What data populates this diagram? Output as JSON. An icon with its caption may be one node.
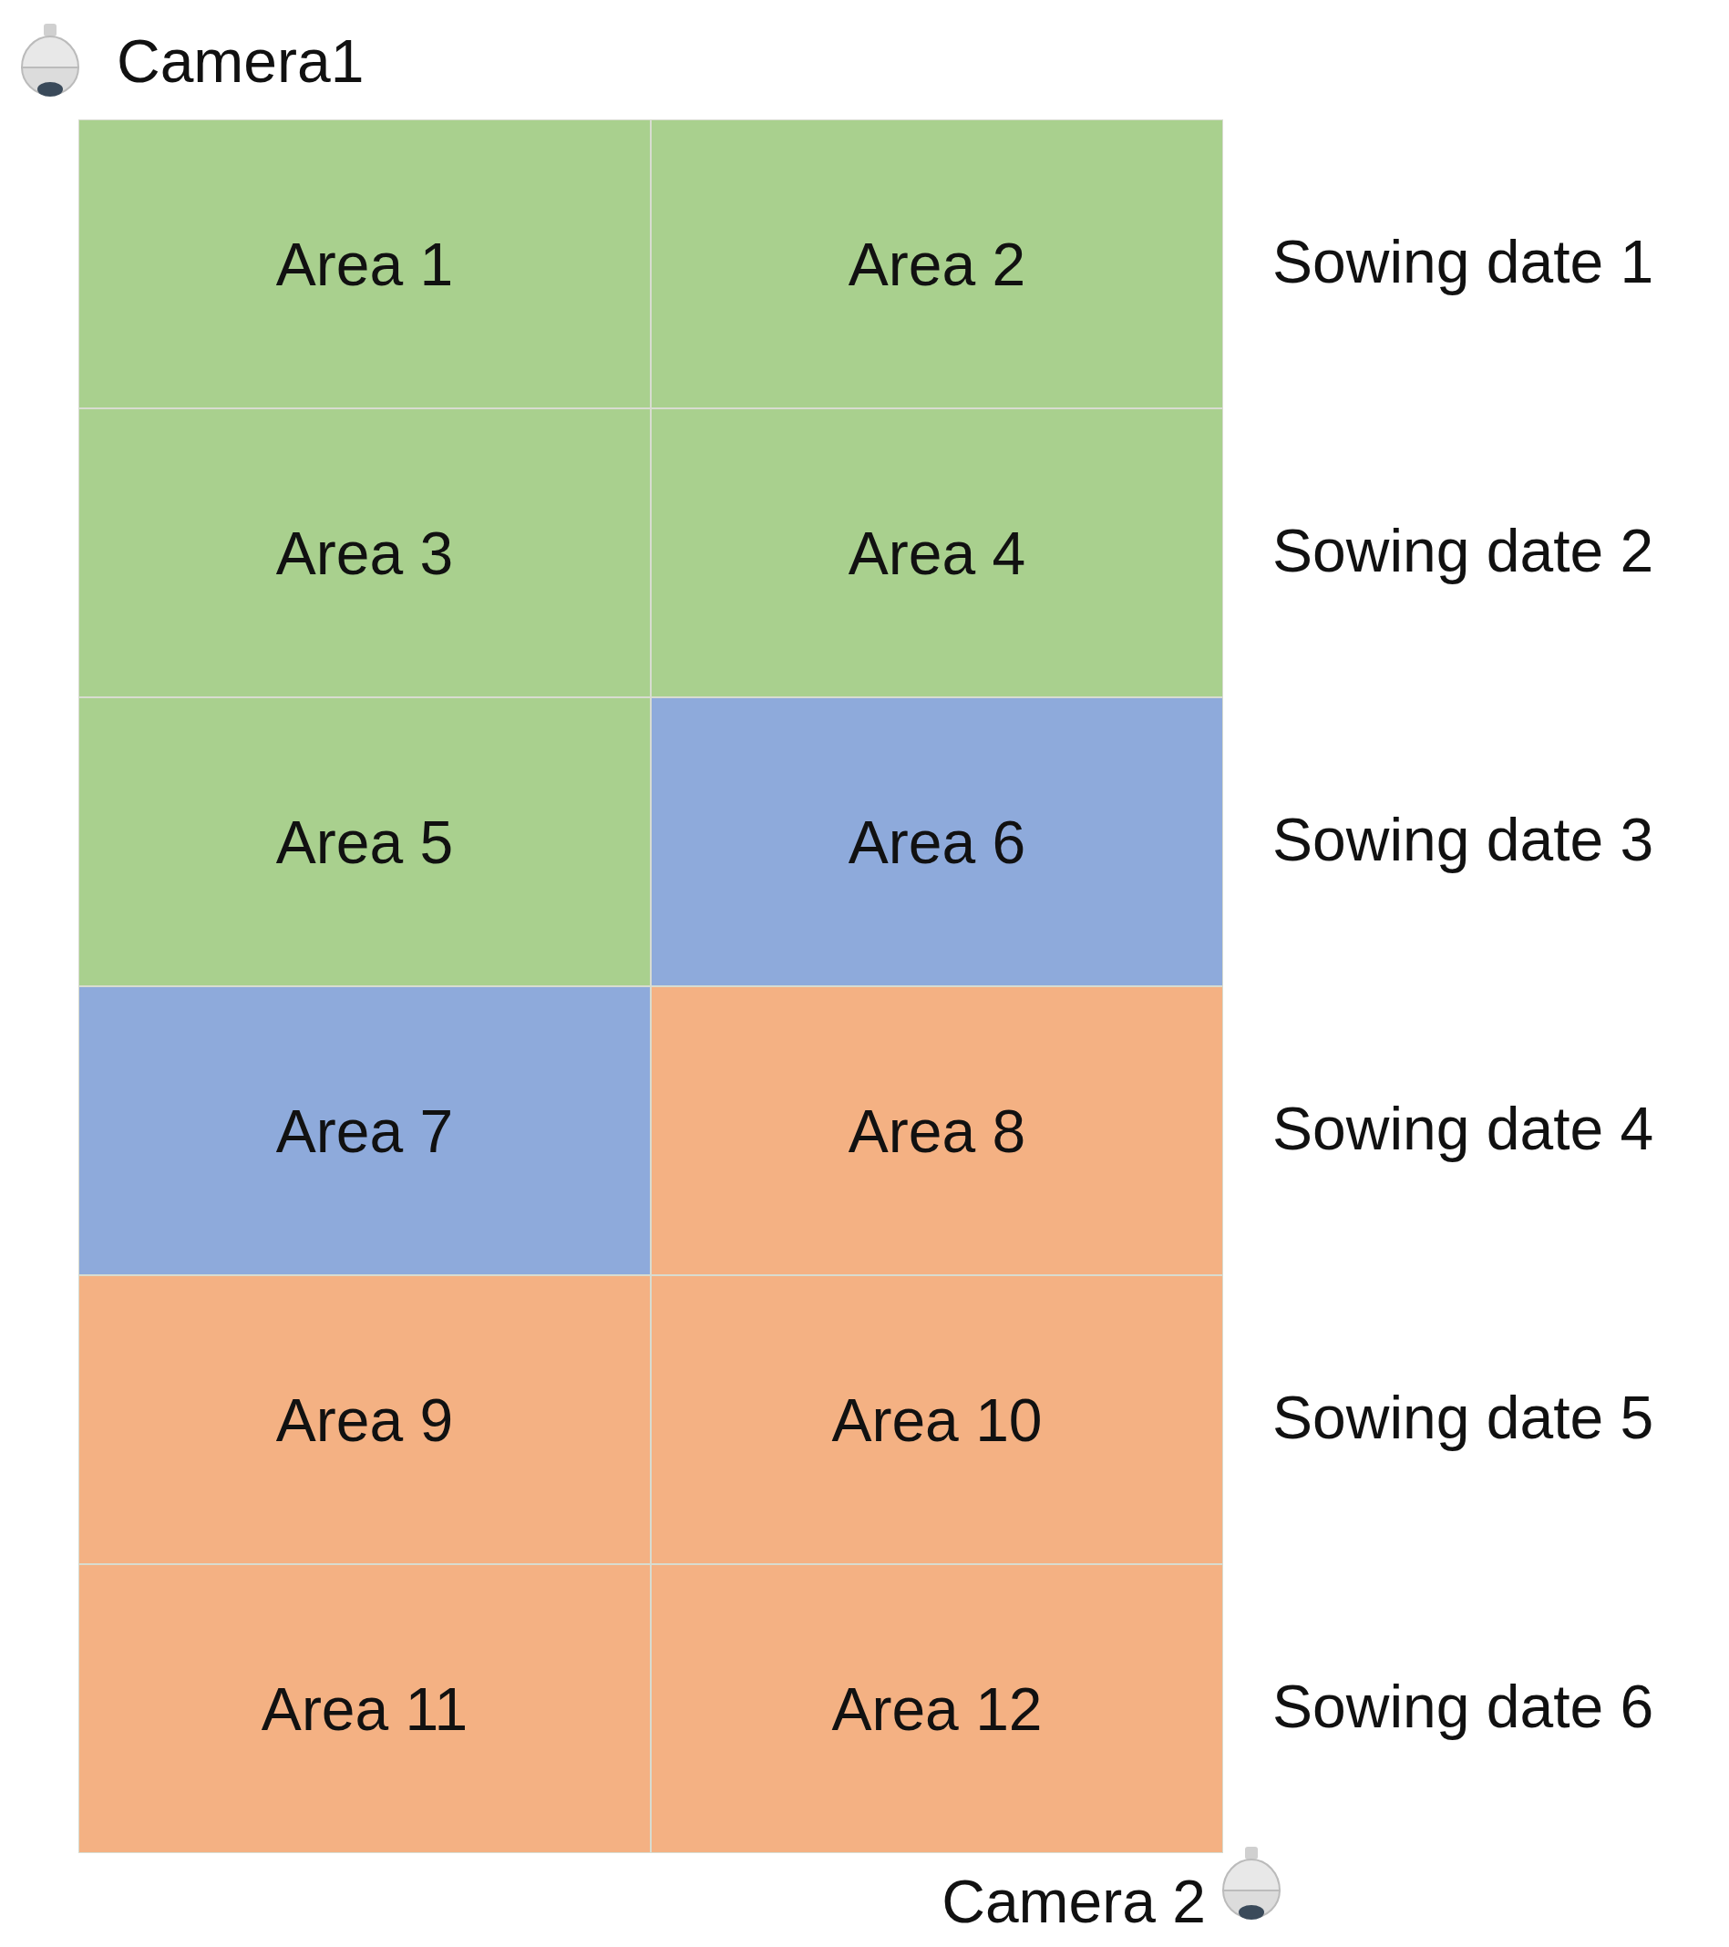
{
  "diagram": {
    "nodes": [
      {
        "text": [
          "Area 1"
        ]
      },
      {
        "text": [
          "Area 2"
        ]
      },
      {
        "text": [
          "Area 3"
        ]
      },
      {
        "text": [
          "Area 4"
        ]
      },
      {
        "text": [
          "Area 5"
        ]
      },
      {
        "text": [
          "Area 6"
        ]
      },
      {
        "text": [
          "Area 7"
        ]
      },
      {
        "text": [
          "Area 8"
        ]
      },
      {
        "text": [
          "Area 9"
        ]
      },
      {
        "text": [
          "Area 10"
        ]
      },
      {
        "text": [
          "Area 11"
        ]
      },
      {
        "text": [
          "Area 12"
        ]
      }
    ],
    "labels": [
      "Camera1",
      "Sowing date 1",
      "Sowing date 2",
      "Sowing date 3",
      "Sowing date 4",
      "Sowing date 5",
      "Sowing date 6",
      "Camera 2"
    ]
  }
}
